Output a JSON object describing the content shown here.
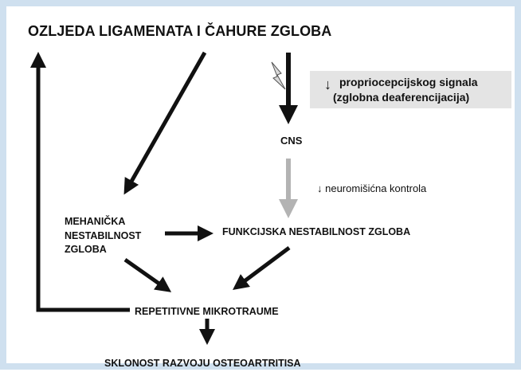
{
  "title": "OZLJEDA LIGAMENATA I ČAHURE ZGLOBA",
  "proprioception_note": {
    "arrow": "↓",
    "line1": "propriocepcijskog signala",
    "line2": "(zglobna deaferencijacija)"
  },
  "cns": "CNS",
  "neuromuscular_note": "↓ neuromišićna kontrola",
  "mechanical_instability": [
    "MEHANIČKA",
    "NESTABILNOST",
    "ZGLOBA"
  ],
  "functional_instability": "FUNKCIJSKA NESTABILNOST ZGLOBA",
  "microtrauma": "REPETITIVNE MIKROTRAUME",
  "osteoarthritis": "SKLONOST RAZVOJU OSTEOARTRITISA",
  "icons": {
    "signal": "lightning-bolt-icon"
  },
  "colors": {
    "frame": "#cfe0ef",
    "note_background": "#e4e4e4",
    "arrow_dark": "#111111",
    "arrow_gray": "#b3b3b3"
  }
}
